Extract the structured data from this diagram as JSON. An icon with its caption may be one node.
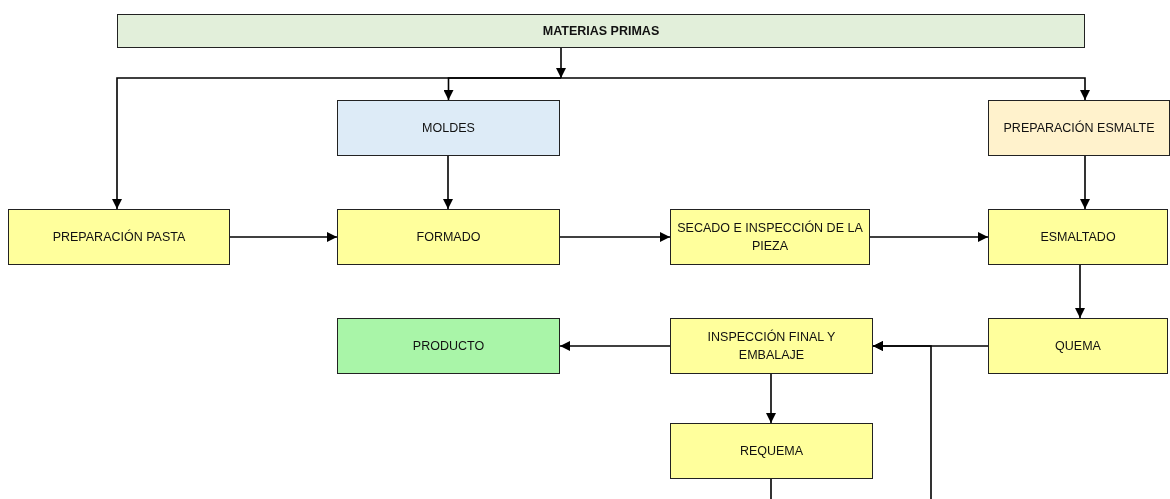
{
  "diagram": {
    "nodes": [
      {
        "text": [
          "MATERIAS PRIMAS"
        ]
      },
      {
        "text": [
          "MOLDES"
        ]
      },
      {
        "text": [
          "PREPARACIÓN ESMALTE"
        ]
      },
      {
        "text": [
          "PREPARACIÓN PASTA"
        ]
      },
      {
        "text": [
          "FORMADO"
        ]
      },
      {
        "text": [
          "SECADO E INSPECCIÓN DE LA PIEZA"
        ]
      },
      {
        "text": [
          "ESMALTADO"
        ]
      },
      {
        "text": [
          "PRODUCTO"
        ]
      },
      {
        "text": [
          "INSPECCIÓN FINAL Y EMBALAJE"
        ]
      },
      {
        "text": [
          "QUEMA"
        ]
      },
      {
        "text": [
          "REQUEMA"
        ]
      }
    ],
    "edges": [
      {
        "from": 0,
        "to": 3,
        "arrow": "to"
      },
      {
        "from": 0,
        "to": 1,
        "arrow": "to"
      },
      {
        "from": 0,
        "to": 2,
        "arrow": "to"
      },
      {
        "from": 1,
        "to": 4,
        "arrow": "to"
      },
      {
        "from": 2,
        "to": 6,
        "arrow": "to"
      },
      {
        "from": 3,
        "to": 4,
        "arrow": "to"
      },
      {
        "from": 4,
        "to": 5,
        "arrow": "to"
      },
      {
        "from": 5,
        "to": 6,
        "arrow": "to"
      },
      {
        "from": 6,
        "to": 9,
        "arrow": "to"
      },
      {
        "from": 9,
        "to": 8,
        "arrow": "to"
      },
      {
        "from": 8,
        "to": 7,
        "arrow": "to"
      },
      {
        "from": 8,
        "to": 10,
        "arrow": "to"
      },
      {
        "from": 10,
        "to": 8,
        "arrow": "to"
      }
    ]
  }
}
